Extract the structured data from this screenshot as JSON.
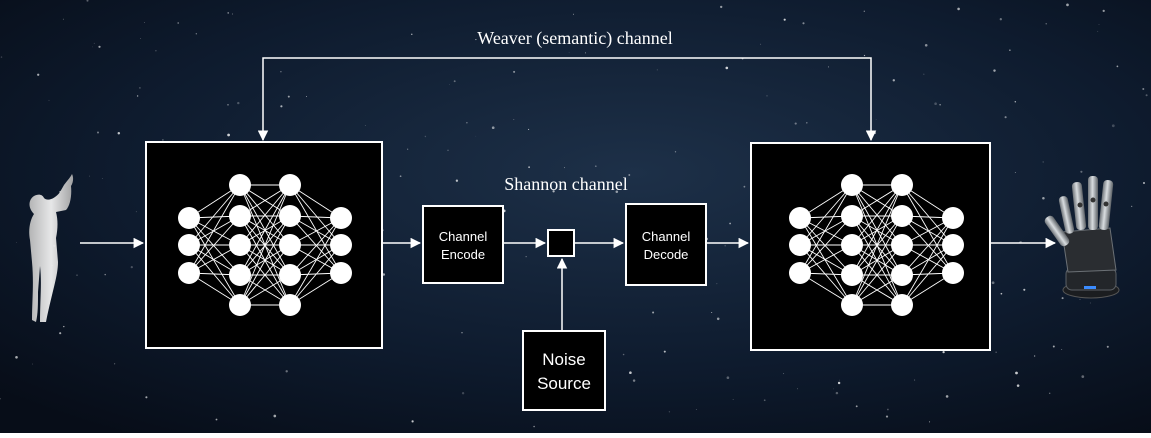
{
  "labels": {
    "weaver_channel": "Weaver (semantic) channel",
    "shannon_channel": "Shannon channel",
    "channel_encode": [
      "Channel",
      "Encode"
    ],
    "channel_decode": [
      "Channel",
      "Decode"
    ],
    "noise_source": [
      "Noise",
      "Source"
    ]
  },
  "colors": {
    "background": "#0a1424",
    "box_fill": "#000000",
    "stroke": "#ffffff",
    "text": "#ffffff"
  },
  "figures": {
    "source": "human-figure-icon",
    "destination": "robot-hand-icon"
  }
}
